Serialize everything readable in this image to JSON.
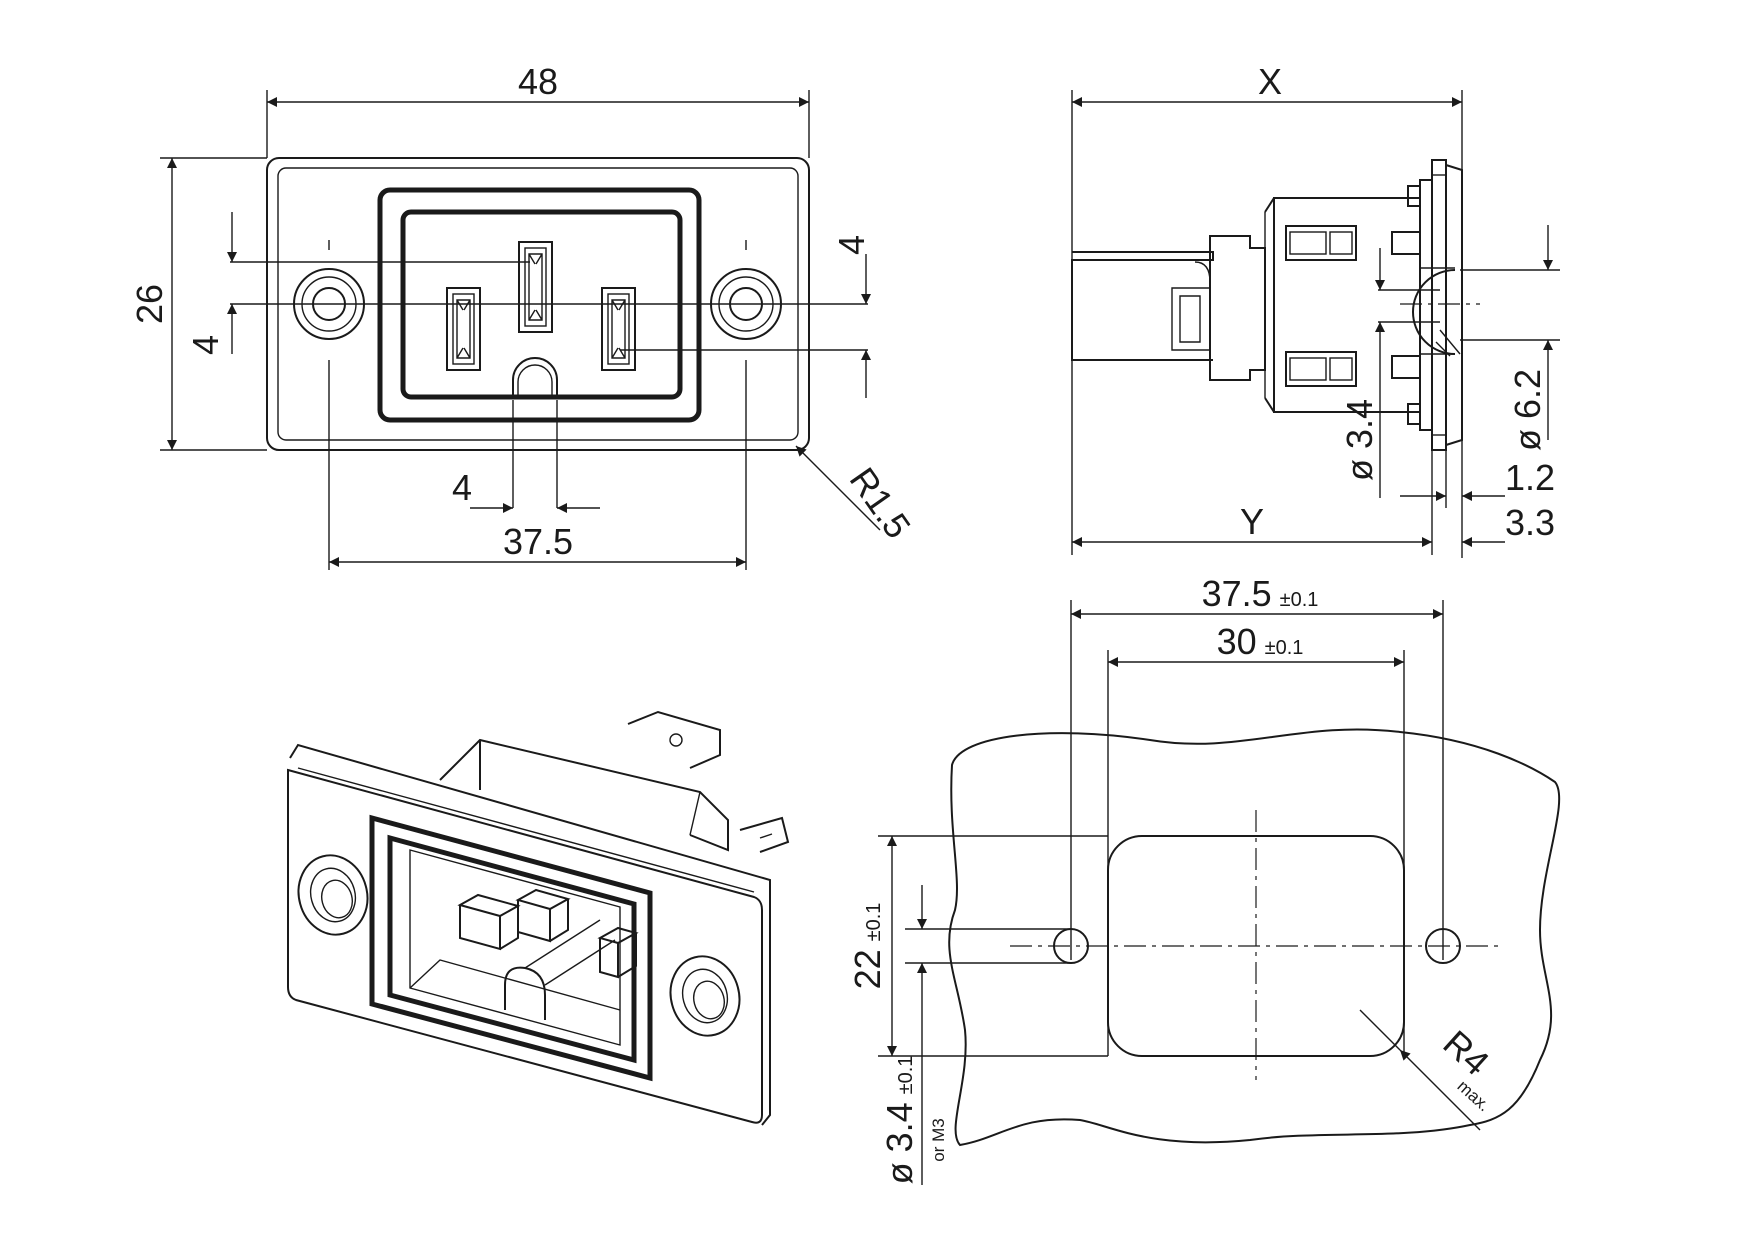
{
  "colors": {
    "line": "#1a1a1a",
    "background": "#ffffff"
  },
  "front_view": {
    "width": "48",
    "height": "26",
    "pin_offset_left": "4",
    "pin_offset_right": "4",
    "slot_width": "4",
    "hole_spacing": "37.5",
    "corner_radius": "R1.5"
  },
  "side_view": {
    "overall_length": "X",
    "body_length": "Y",
    "hole_diameter": "ø 3.4",
    "pin_diameter": "ø 6.2",
    "flange_thickness": "1.2",
    "flange_offset": "3.3"
  },
  "panel_cutout": {
    "hole_spacing": "37.5",
    "cutout_width": "30",
    "cutout_height": "22",
    "tolerance": "±0.1",
    "hole_diameter": "ø 3.4",
    "alt_thread": "or M3",
    "corner_radius": "R4",
    "radius_note": "max."
  }
}
